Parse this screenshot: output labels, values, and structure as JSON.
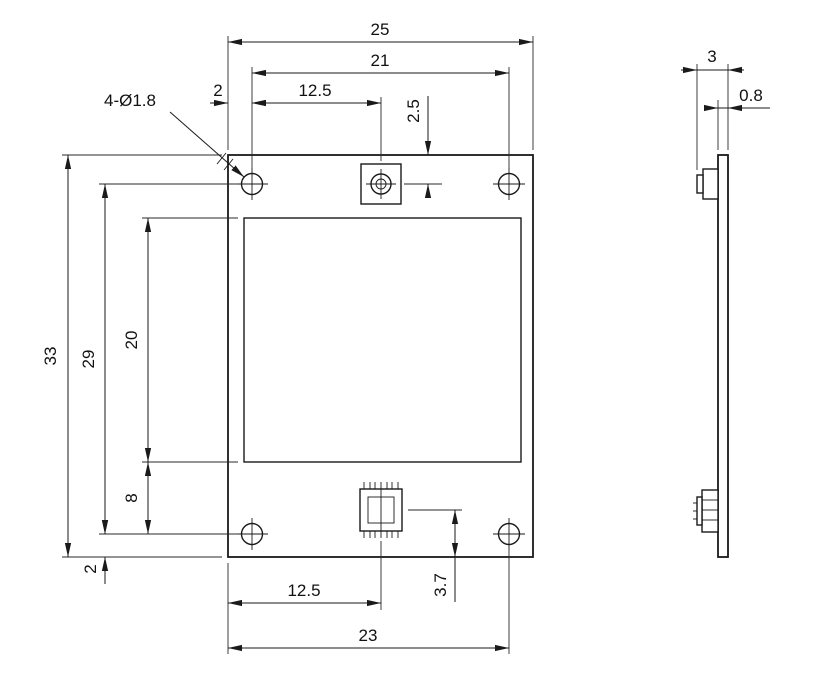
{
  "colors": {
    "background": "#ffffff",
    "line": "#1a1a1a"
  },
  "front_view": {
    "hole_callout": "4-Ø1.8",
    "dims": {
      "overall_width": "25",
      "hole_pitch_width": "21",
      "lens_offset_x": "12.5",
      "edge_to_hole_margin_top": "2",
      "lens_offset_y": "2.5",
      "overall_height": "33",
      "hole_pitch_height": "29",
      "window_height": "20",
      "window_to_hole": "8",
      "edge_to_hole_margin_bottom": "2",
      "connector_offset_x": "12.5",
      "connector_offset_y": "3.7",
      "edge_to_hole_width": "23"
    }
  },
  "side_view": {
    "dims": {
      "overall_thickness": "3",
      "board_thickness": "0.8"
    }
  }
}
